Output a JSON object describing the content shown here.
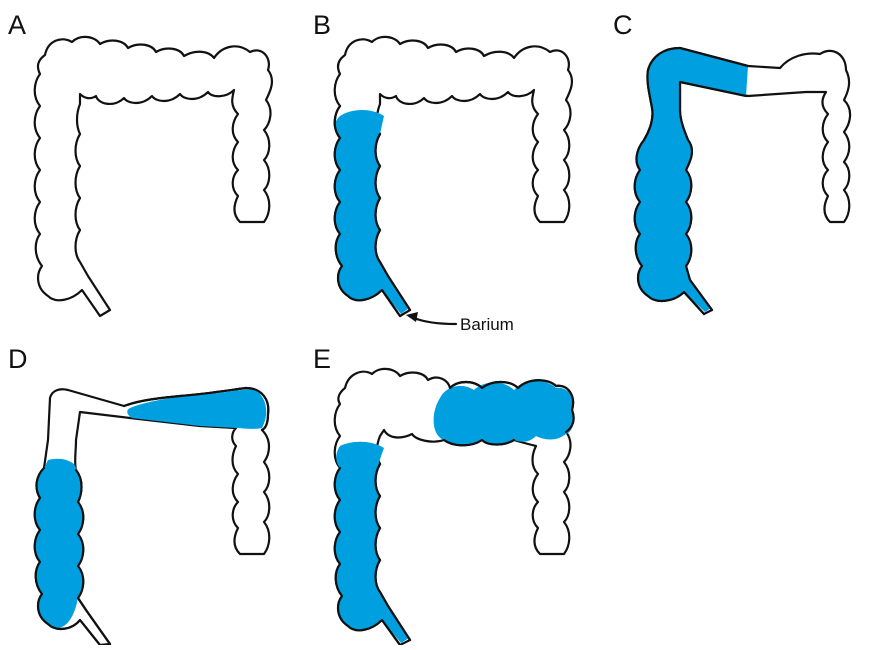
{
  "figure": {
    "panels": [
      {
        "label": "A"
      },
      {
        "label": "B",
        "annotation": "Barium"
      },
      {
        "label": "C"
      },
      {
        "label": "D"
      },
      {
        "label": "E"
      }
    ]
  },
  "colors": {
    "barium_fill": "#00a0e0",
    "outline": "#111111",
    "background": "#ffffff"
  }
}
